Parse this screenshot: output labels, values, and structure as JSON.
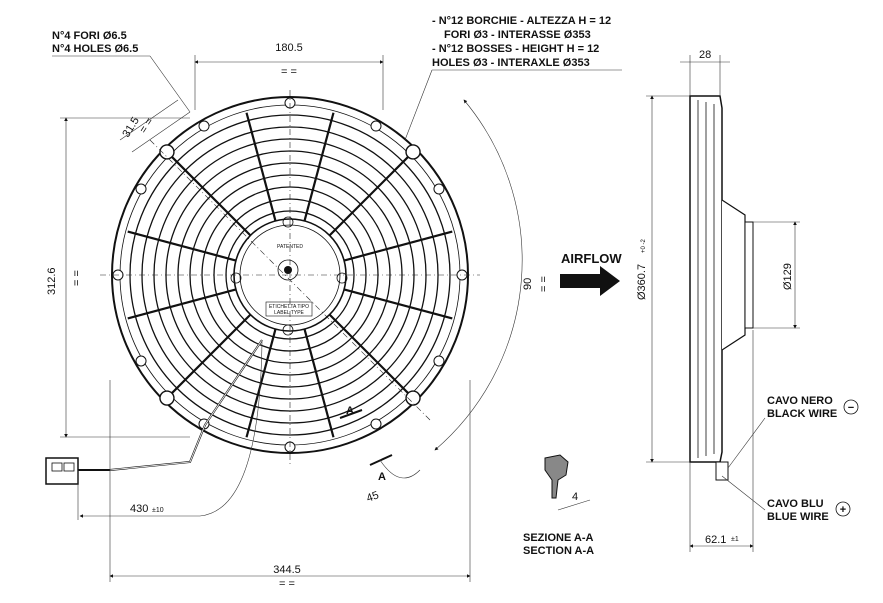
{
  "front_view": {
    "holes_label_it": "N°4 FORI Ø6.5",
    "holes_label_en": "N°4 HOLES Ø6.5",
    "bosses_it_1": "- N°12 BORCHIE - ALTEZZA H = 12",
    "bosses_it_2": "FORI Ø3 - INTERASSE Ø353",
    "bosses_en_1": "- N°12 BOSSES - HEIGHT H = 12",
    "bosses_en_2": "HOLES Ø3 - INTERAXLE Ø353",
    "dim_top": "180.5",
    "dim_top_sym": "= =",
    "dim_side": "312.6",
    "dim_side_sym": "= =",
    "dim_31_5": "31.5",
    "dim_31_5_sym": "= =",
    "dim_90": "90",
    "dim_90_sym": "= =",
    "dim_bottom": "344.5",
    "dim_bottom_sym": "= =",
    "dim_cable": "430",
    "dim_cable_tol": "±10",
    "dim_45": "45",
    "section_marker_1": "A",
    "section_marker_2": "A",
    "patented": "PATENTED",
    "label_it": "ETICHETTA TIPO",
    "label_en": "LABEL TYPE"
  },
  "airflow": "AIRFLOW",
  "section": {
    "dim_4": "4",
    "label_it": "SEZIONE A-A",
    "label_en": "SECTION A-A"
  },
  "side_view": {
    "dim_28": "28",
    "dim_diameter": "Ø360.7",
    "dim_diameter_tol": "+0 -2",
    "dim_129": "Ø129",
    "dim_62": "62.1",
    "dim_62_tol": "±1",
    "black_wire_it": "CAVO NERO",
    "black_wire_en": "BLACK WIRE",
    "black_sign": "−",
    "blue_wire_it": "CAVO BLU",
    "blue_wire_en": "BLUE WIRE",
    "blue_sign": "+"
  }
}
